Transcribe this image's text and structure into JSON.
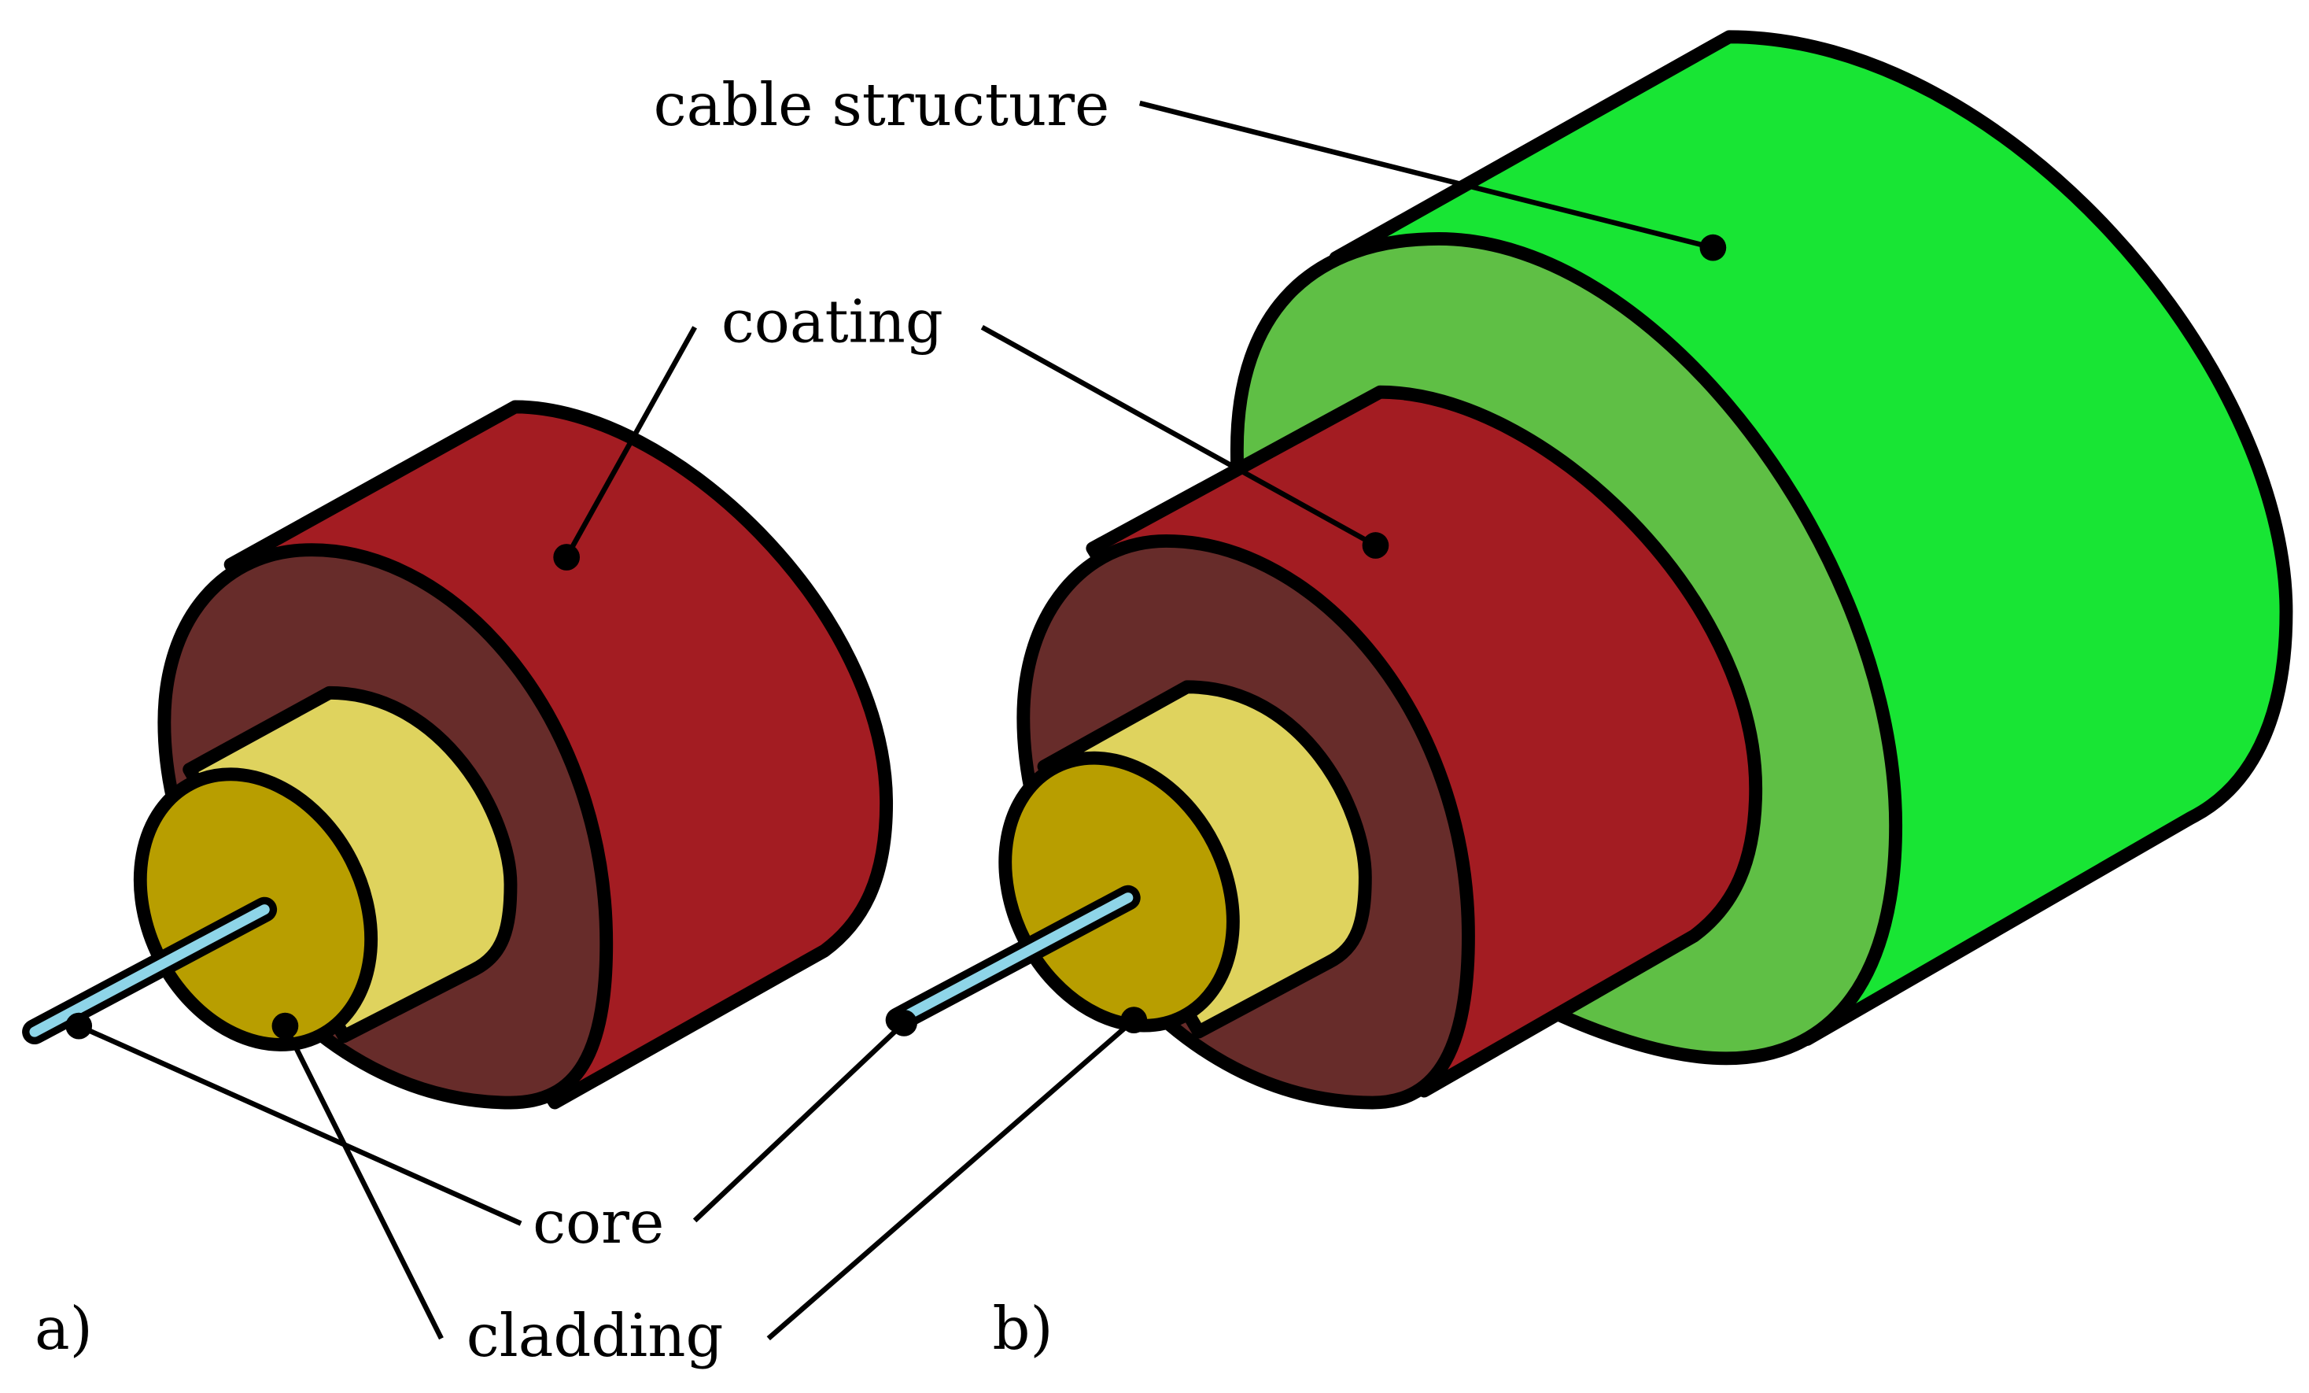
{
  "labels": {
    "cable_structure": "cable structure",
    "coating": "coating",
    "core": "core",
    "cladding": "cladding",
    "panel_a": "a)",
    "panel_b": "b)"
  },
  "colors": {
    "cable_outer": "#18e534",
    "cable_face": "#5fbf45",
    "coating_outer": "#a31c22",
    "coating_face": "#672c2a",
    "cladding_outer": "#dfd35e",
    "cladding_face": "#b89e00",
    "core": "#8ed5e8",
    "outline": "#000000"
  }
}
